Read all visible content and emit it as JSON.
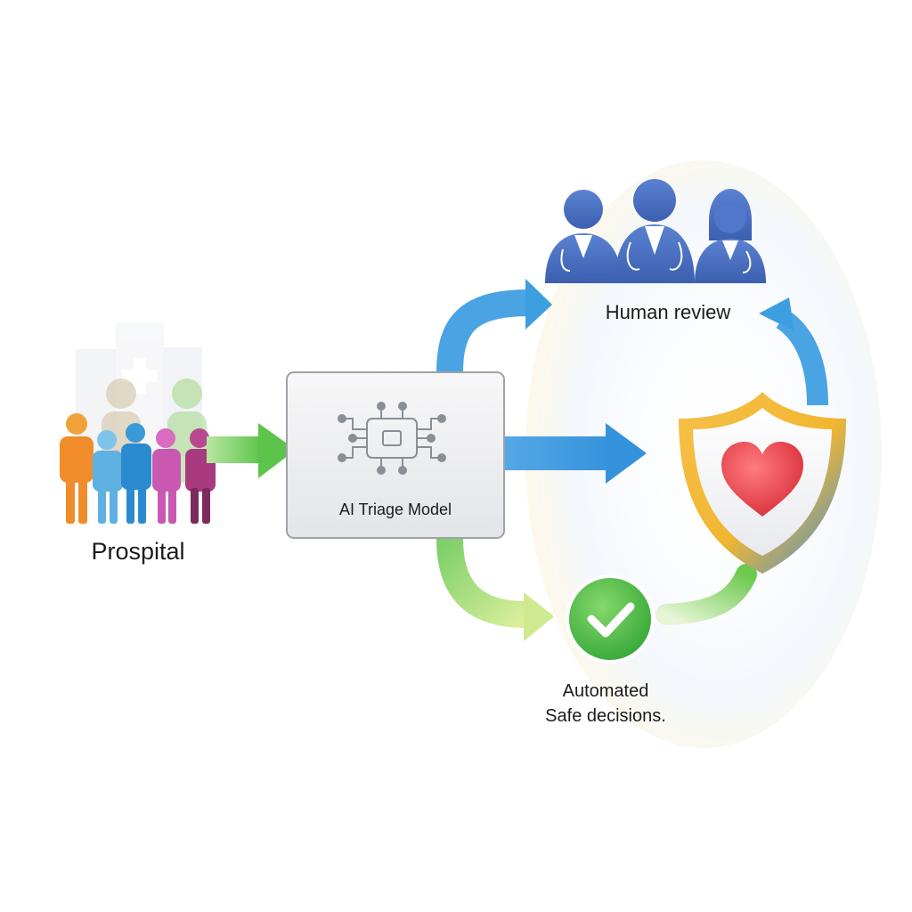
{
  "nodes": {
    "hospital": {
      "label": "Prospital"
    },
    "model": {
      "label": "AI Triage Model"
    },
    "review": {
      "label": "Human review"
    },
    "automated": {
      "line1": "Automated",
      "line2": "Safe decisions."
    }
  },
  "colors": {
    "green_arrow": "#6cc94e",
    "blue_arrow": "#3d9ee0",
    "check_green": "#4cbb3f",
    "heart_red": "#e8444e",
    "doctor_blue": "#4a72c4",
    "shield_gold": "#f2b630",
    "shield_blue": "#3d8fd9"
  },
  "icons": [
    "hospital-building-icon",
    "patient-group-icon",
    "neural-circuit-icon",
    "doctor-icon",
    "shield-heart-icon",
    "check-circle-icon"
  ]
}
